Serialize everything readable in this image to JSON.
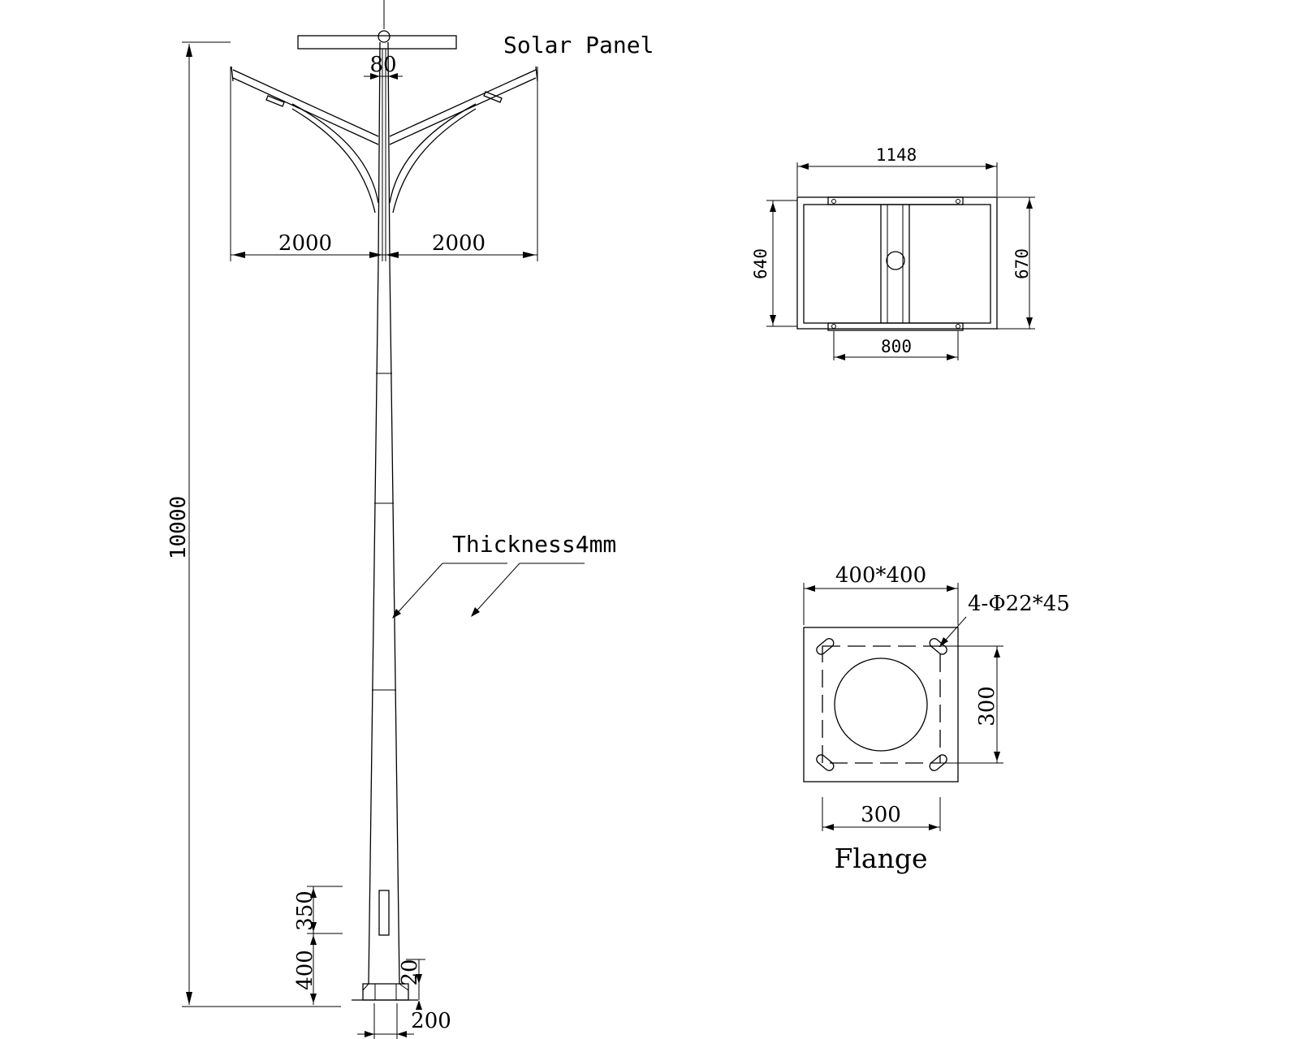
{
  "labels": {
    "solar_panel": "Solar Panel",
    "thickness": "Thickness4mm",
    "flange": "Flange"
  },
  "dimensions": {
    "pole_height": "10000",
    "arm_left": "2000",
    "arm_right": "2000",
    "top_tube": "80",
    "door_height": "350",
    "door_base": "400",
    "base_plate": "20",
    "base_width": "200",
    "panel_width": "1148",
    "panel_mount": "800",
    "panel_height_left": "640",
    "panel_height_right": "670",
    "flange_size": "400*400",
    "flange_holes": "4-Φ22*45",
    "flange_bolt_v": "300",
    "flange_bolt_h": "300"
  }
}
